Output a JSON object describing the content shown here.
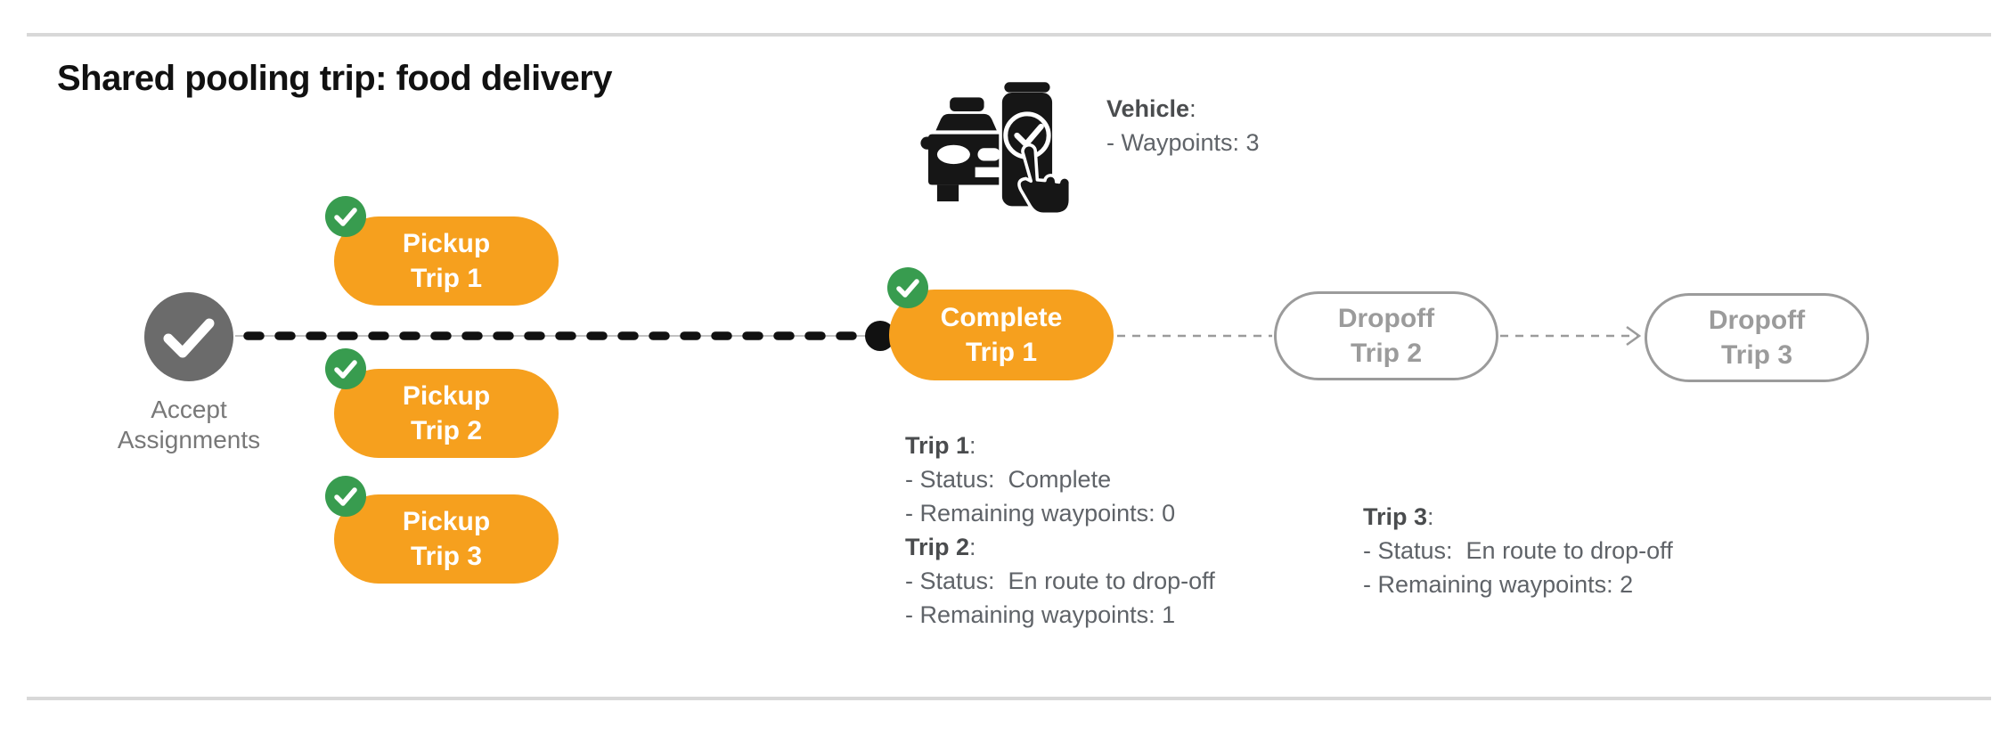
{
  "title": "Shared pooling trip: food delivery",
  "vehicle_panel": {
    "heading": "Vehicle",
    "colon": ":",
    "detail": "- Waypoints: 3"
  },
  "start_node": {
    "line1": "Accept",
    "line2": "Assignments"
  },
  "flow_nodes": {
    "pickup_trip_1": {
      "line1": "Pickup",
      "line2": "Trip 1",
      "state": "complete"
    },
    "pickup_trip_2": {
      "line1": "Pickup",
      "line2": "Trip 2",
      "state": "complete"
    },
    "pickup_trip_3": {
      "line1": "Pickup",
      "line2": "Trip 3",
      "state": "complete"
    },
    "complete_trip_1": {
      "line1": "Complete",
      "line2": "Trip 1",
      "state": "complete"
    },
    "dropoff_trip_2": {
      "line1": "Dropoff",
      "line2": "Trip 2",
      "state": "pending"
    },
    "dropoff_trip_3": {
      "line1": "Dropoff",
      "line2": "Trip 3",
      "state": "pending"
    }
  },
  "status_blocks": {
    "left": {
      "sections": [
        {
          "heading": "Trip 1",
          "colon": ":",
          "lines": [
            "- Status:  Complete",
            "- Remaining waypoints: 0"
          ]
        },
        {
          "heading": "Trip 2",
          "colon": ":",
          "lines": [
            "- Status:  En route to drop-off",
            "- Remaining waypoints: 1"
          ]
        }
      ]
    },
    "right": {
      "sections": [
        {
          "heading": "Trip 3",
          "colon": ":",
          "lines": [
            "- Status:  En route to drop-off",
            "- Remaining waypoints: 2"
          ]
        }
      ]
    }
  },
  "icons": {
    "vehicle": "car-phone-check-icon",
    "start": "check-icon",
    "done_badge": "check-circle-icon"
  },
  "colors": {
    "orange": "#F6A01E",
    "green": "#389C4F",
    "gray_node": "#6B6B6B",
    "ghost_gray": "#9B9B9B",
    "text_gray": "#5F6368",
    "heading_gray": "#4A4C4E",
    "rule_gray": "#D8D8D8",
    "line_black": "#111111"
  }
}
